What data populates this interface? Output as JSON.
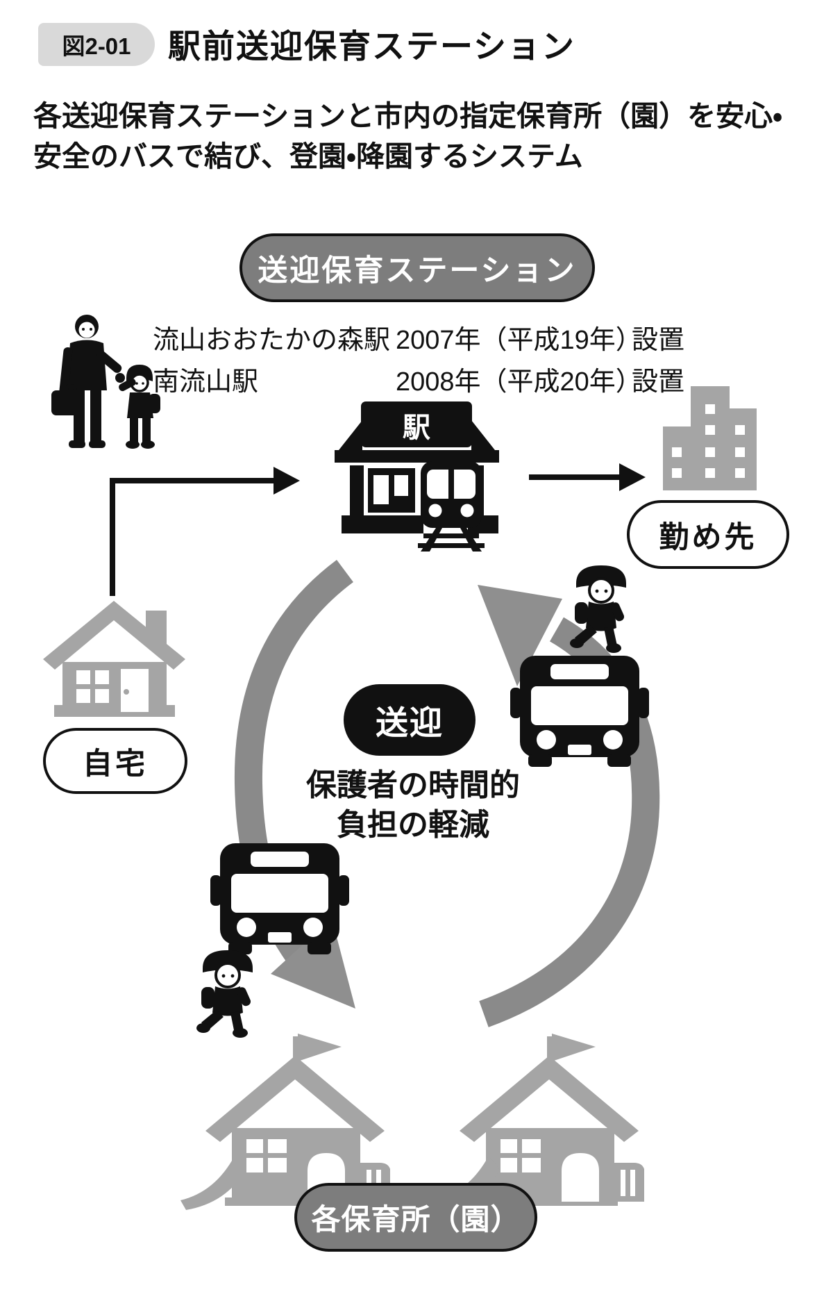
{
  "figure": {
    "badge": "図2-01",
    "title": "駅前送迎保育ステーション"
  },
  "description": {
    "line1": "各送迎保育ステーションと市内の指定保育所（園）を安心・",
    "line2": "安全のバスで結び、登園・降園するシステム"
  },
  "station_pill": "送迎保育ステーション",
  "stations": {
    "rows": [
      {
        "name": "流山おおたかの森駅",
        "year": "2007年（平成19年）",
        "status": "設置"
      },
      {
        "name": "南流山駅",
        "year": "2008年（平成20年）",
        "status": "設置"
      }
    ]
  },
  "labels": {
    "station_sign": "駅",
    "workplace": "勤め先",
    "home": "自宅",
    "pickup": "送迎",
    "benefit_line1": "保護者の時間的",
    "benefit_line2": "負担の軽減",
    "nurseries": "各保育所（園）"
  },
  "colors": {
    "black": "#111111",
    "gray_pill": "#7d7d7d",
    "badge_gray": "#d9d9d9",
    "icon_gray": "#a5a5a5",
    "arrow_gray": "#8a8a8a",
    "white": "#ffffff"
  }
}
